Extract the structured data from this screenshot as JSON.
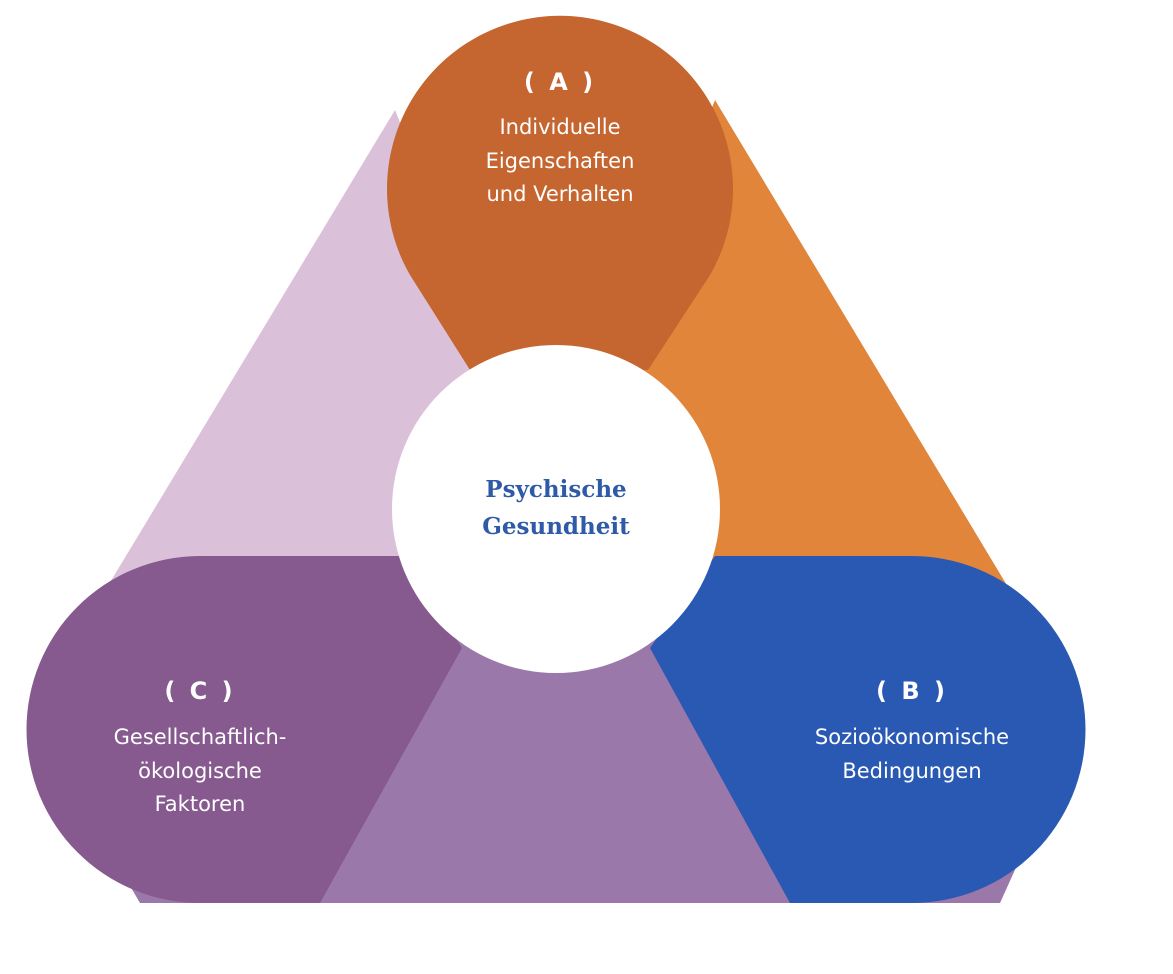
{
  "center": {
    "line1": "Psychische",
    "line2": "Gesundheit"
  },
  "factors": {
    "a": {
      "tag": "( A )",
      "line1": "Individuelle",
      "line2": "Eigenschaften",
      "line3": "und Verhalten"
    },
    "b": {
      "tag": "( B )",
      "line1": "Sozioökonomische",
      "line2": "Bedingungen"
    },
    "c": {
      "tag": "( C )",
      "line1": "Gesellschaftlich-",
      "line2": "ökologische",
      "line3": "Faktoren"
    }
  },
  "colors": {
    "a_dark": "#c5652f",
    "a_light": "#e08539",
    "b_dark": "#2959b3",
    "c_dark": "#865a8e",
    "c_light": "#dbc0d9",
    "bottom_band": "#9b78aa",
    "center_text": "#2f5aa8"
  }
}
